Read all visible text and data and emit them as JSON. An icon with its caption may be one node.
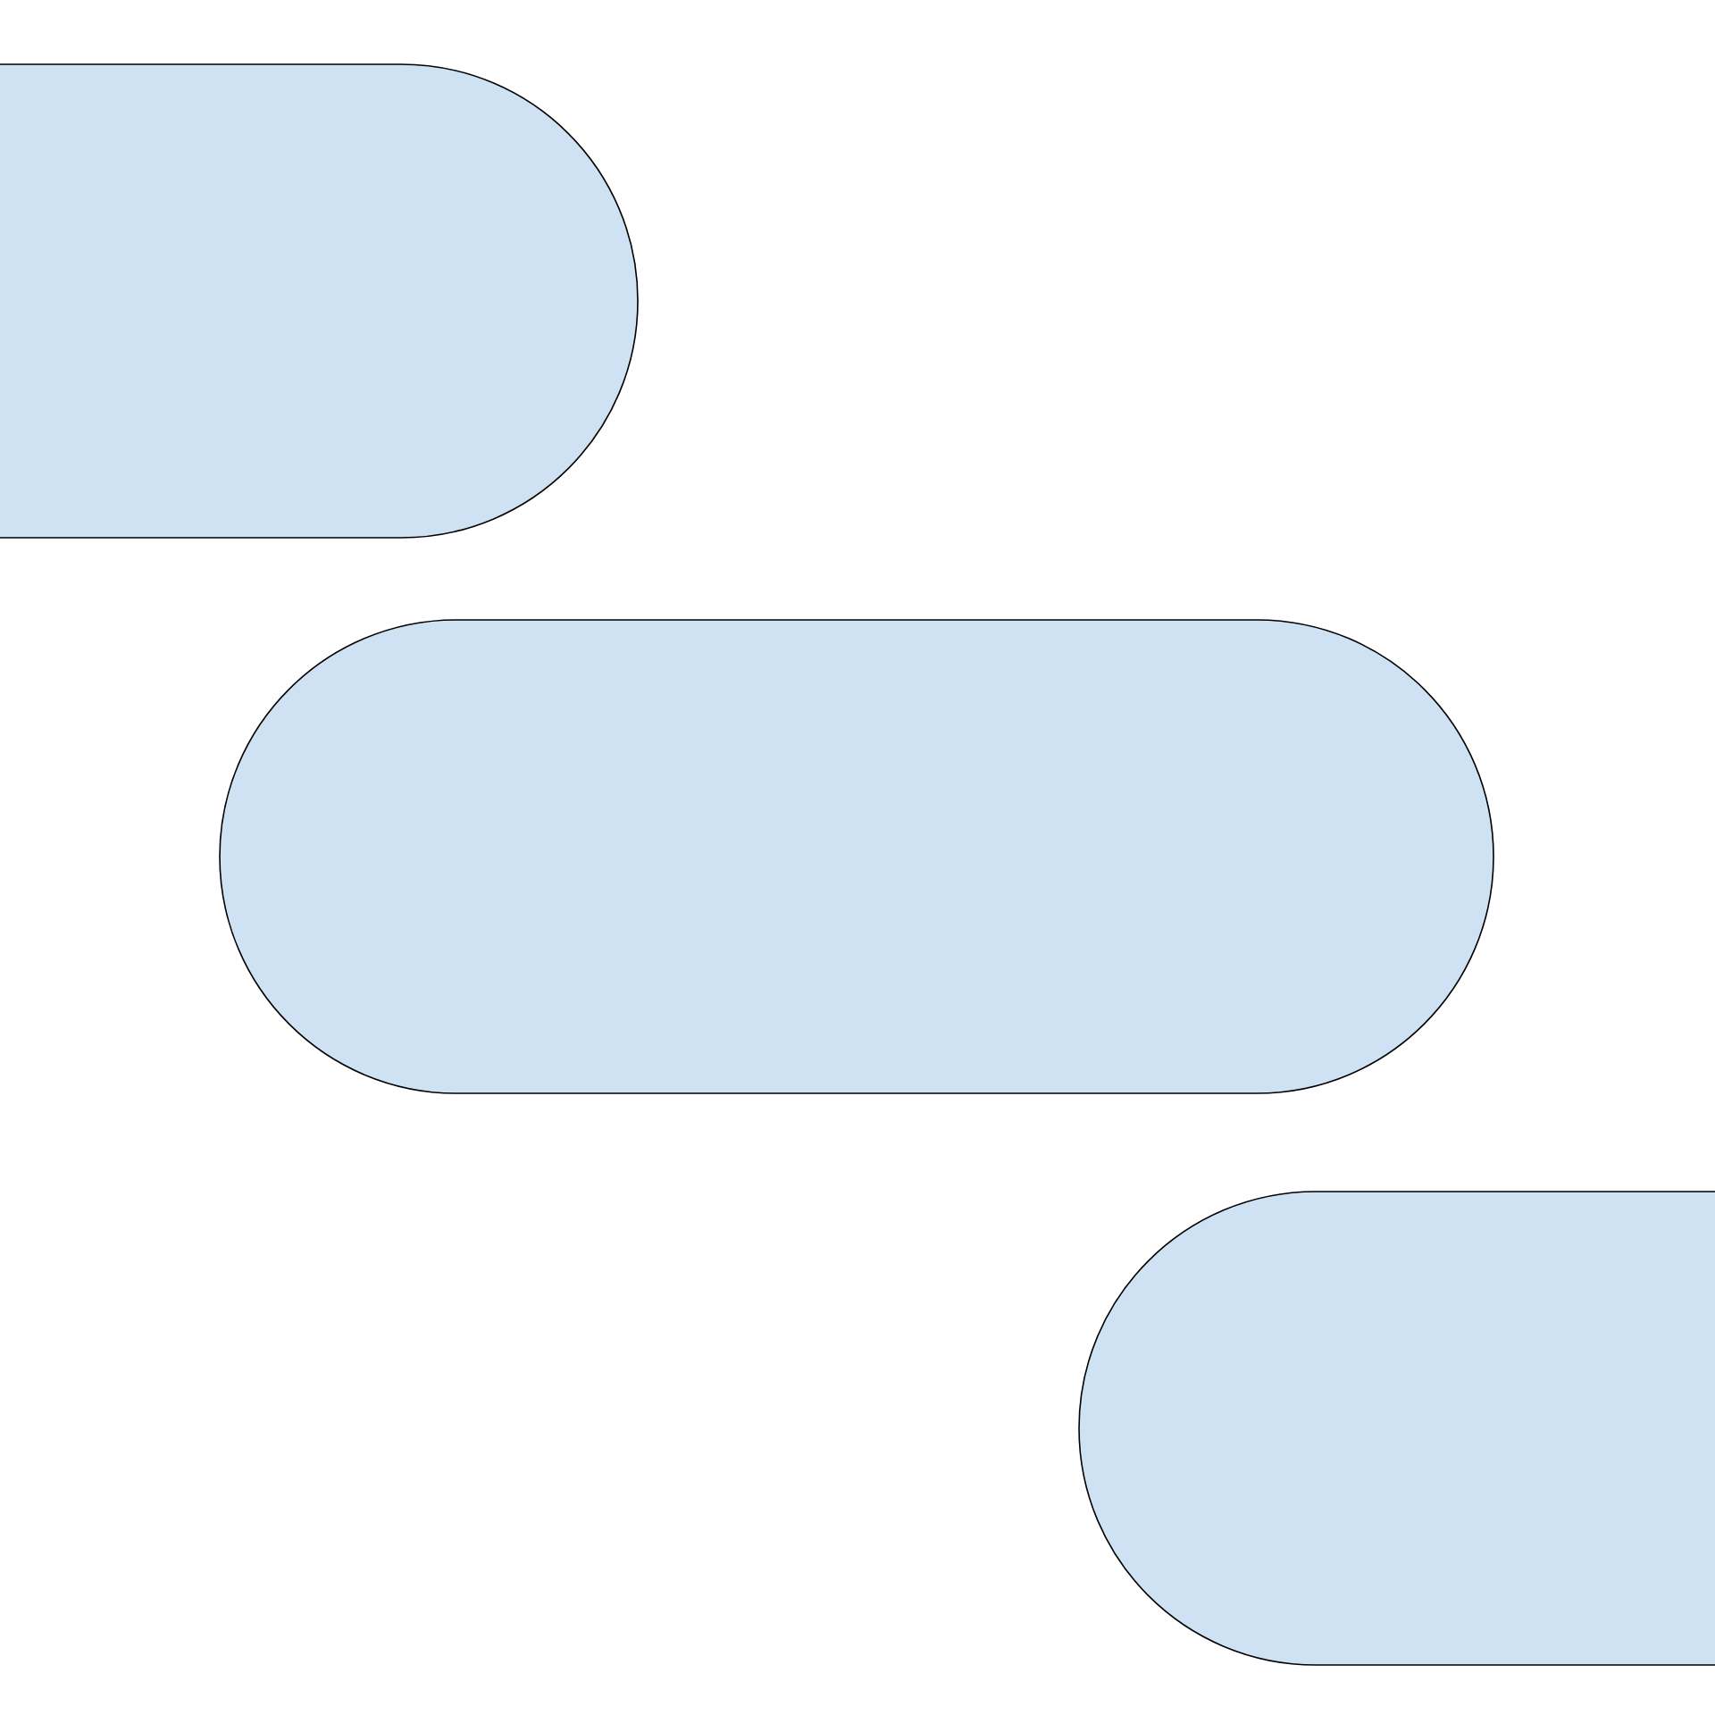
{
  "diagram": {
    "nodes": [
      {
        "text": [],
        "shape": "pill"
      },
      {
        "text": [],
        "shape": "pill"
      },
      {
        "text": [],
        "shape": "pill"
      }
    ]
  }
}
